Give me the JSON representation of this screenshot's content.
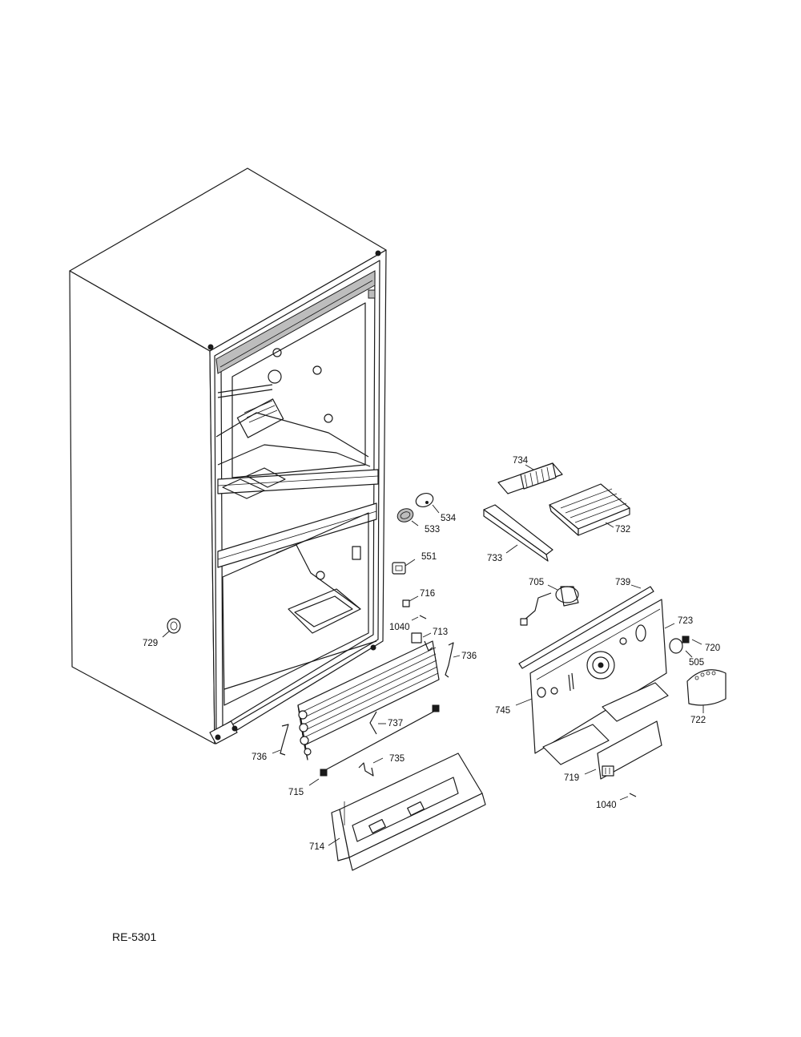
{
  "diagram": {
    "reference_code": "RE-5301",
    "callouts": {
      "c534": "534",
      "c533": "533",
      "c551": "551",
      "c716": "716",
      "c1040a": "1040",
      "c713": "713",
      "c729": "729",
      "c736a": "736",
      "c736b": "736",
      "c737": "737",
      "c735": "735",
      "c715": "715",
      "c714": "714",
      "c734": "734",
      "c732": "732",
      "c733": "733",
      "c705": "705",
      "c739": "739",
      "c723": "723",
      "c720": "720",
      "c505": "505",
      "c722": "722",
      "c745": "745",
      "c719": "719",
      "c1040b": "1040"
    }
  }
}
